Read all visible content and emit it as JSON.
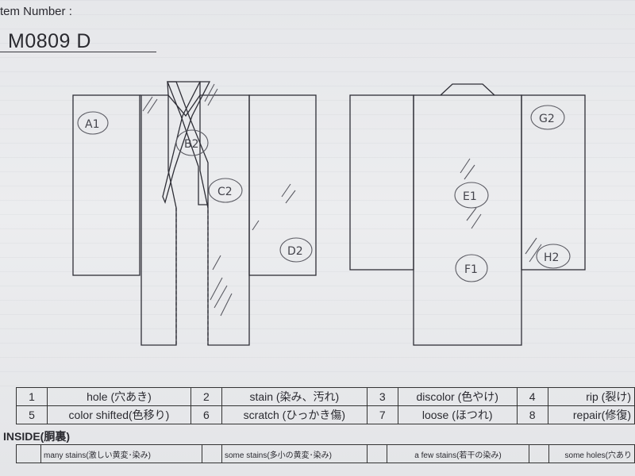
{
  "header": {
    "label": "tem Number :",
    "code": "M0809   D"
  },
  "front_marks": [
    "A1",
    "B2",
    "C2",
    "D2"
  ],
  "back_marks": [
    "E1",
    "F1",
    "G2",
    "H2"
  ],
  "legend": [
    {
      "num": "1",
      "label": "hole (穴あき)"
    },
    {
      "num": "2",
      "label": "stain (染み、汚れ)"
    },
    {
      "num": "3",
      "label": "discolor (色やけ)"
    },
    {
      "num": "4",
      "label": "rip (裂け)"
    },
    {
      "num": "5",
      "label": "color shifted(色移り)"
    },
    {
      "num": "6",
      "label": "scratch (ひっかき傷)"
    },
    {
      "num": "7",
      "label": "loose (ほつれ)"
    },
    {
      "num": "8",
      "label": "repair(修復)"
    }
  ],
  "inside": {
    "title": "INSIDE(胴裏)",
    "cells": [
      "many stains(激しい黄変･染み)",
      "some stains(多小の黄変･染み)",
      "a few stains(若干の染み)",
      "some holes(穴あり"
    ]
  }
}
